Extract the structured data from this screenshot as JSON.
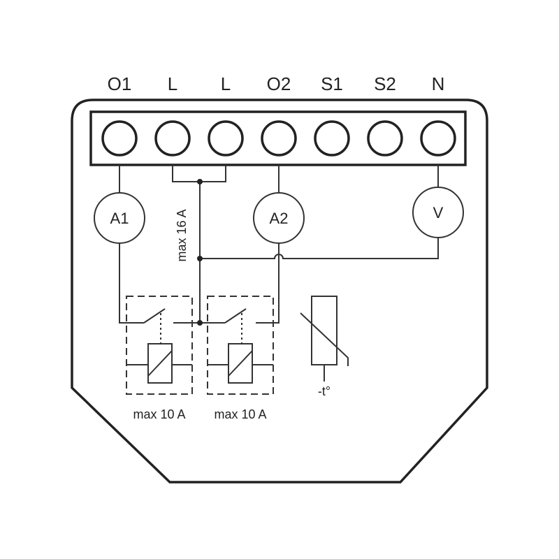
{
  "terminals": [
    {
      "label": "O1"
    },
    {
      "label": "L"
    },
    {
      "label": "L"
    },
    {
      "label": "O2"
    },
    {
      "label": "S1"
    },
    {
      "label": "S2"
    },
    {
      "label": "N"
    }
  ],
  "meters": {
    "a1": "A1",
    "a2": "A2",
    "v": "V"
  },
  "labels": {
    "max_supply": "max 16 A",
    "relay1_max": "max 10 A",
    "relay2_max": "max 10 A",
    "thermistor": "-t°"
  },
  "colors": {
    "line": "#222222",
    "background": "#ffffff"
  }
}
